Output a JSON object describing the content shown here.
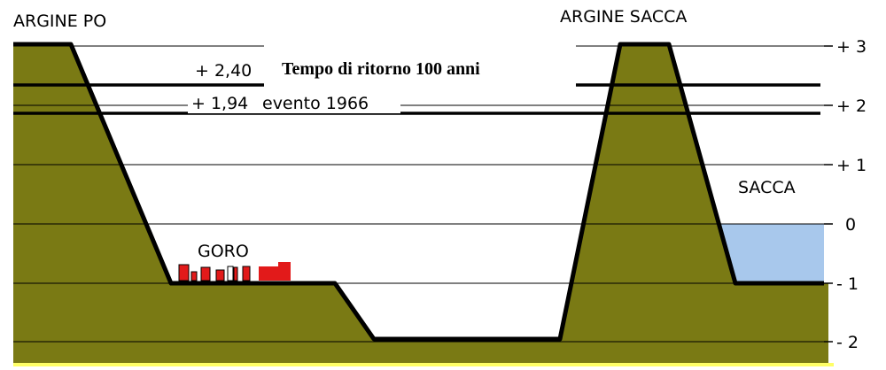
{
  "labels": {
    "argine_po": "ARGINE PO",
    "argine_sacca": "ARGINE SACCA",
    "sacca": "SACCA",
    "goro": "GORO"
  },
  "levels": {
    "return_100_value": "+ 2,40",
    "return_100_text": "Tempo di ritorno 100 anni",
    "event_1966_value": "+ 1,94",
    "event_1966_text": "evento 1966"
  },
  "axis": {
    "ticks": [
      "+ 3",
      "+ 2",
      "+ 1",
      "0",
      "- 1",
      "- 2"
    ]
  },
  "colors": {
    "embankment": "#7a7a14",
    "water": "#a8c8ec",
    "houses": "#e21a1a",
    "base_line": "#ffff66",
    "lines": "#000000"
  }
}
